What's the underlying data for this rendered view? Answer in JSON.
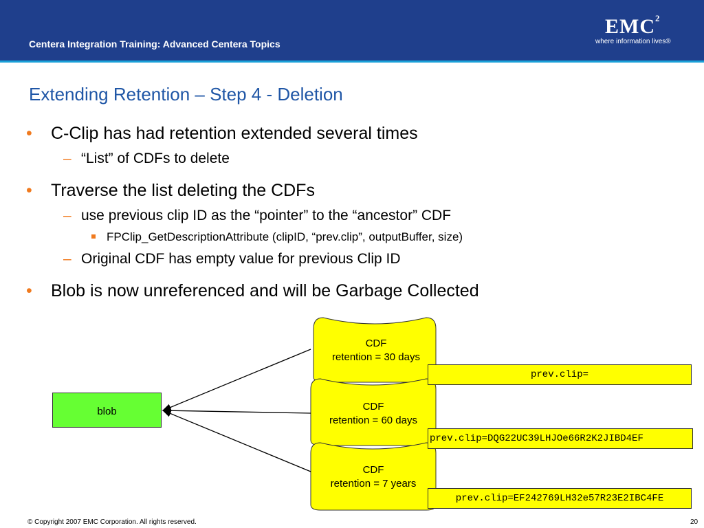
{
  "header": {
    "title": "Centera Integration Training: Advanced Centera Topics",
    "logo": "EMC",
    "logo_sup": "2",
    "tagline": "where information lives®"
  },
  "slide": {
    "title": "Extending Retention – Step 4 - Deletion",
    "bullets": [
      "C-Clip has had retention extended several times",
      "“List” of CDFs to delete",
      "Traverse the list deleting the CDFs",
      "use previous clip ID as the “pointer” to the “ancestor” CDF",
      "FPClip_GetDescriptionAttribute (clipID, “prev.clip”, outputBuffer, size)",
      "Original CDF has empty value for previous Clip ID",
      "Blob is now unreferenced and will be Garbage Collected"
    ],
    "bullet_marks": {
      "level1": "•",
      "level2": "–"
    }
  },
  "diagram": {
    "blob_label": "blob",
    "docs": [
      {
        "line1": "CDF",
        "line2": "retention = 30 days",
        "prev": "prev.clip="
      },
      {
        "line1": "CDF",
        "line2": "retention = 60 days",
        "prev": "prev.clip=DQG22UC39LHJOe66R2K2JIBD4EF"
      },
      {
        "line1": "CDF",
        "line2": "retention = 7 years",
        "prev": "prev.clip=EF242769LH32e57R23E2IBC4FE"
      }
    ]
  },
  "footer": {
    "copyright": "© Copyright 2007 EMC Corporation. All rights reserved.",
    "page_number": "20"
  },
  "colors": {
    "header_bg": "#1f3f8c",
    "accent_rule": "#1aa0d8",
    "title_blue": "#1f56a6",
    "bullet_orange": "#f07a1e",
    "doc_yellow": "#ffff00",
    "blob_green": "#66ff33"
  }
}
